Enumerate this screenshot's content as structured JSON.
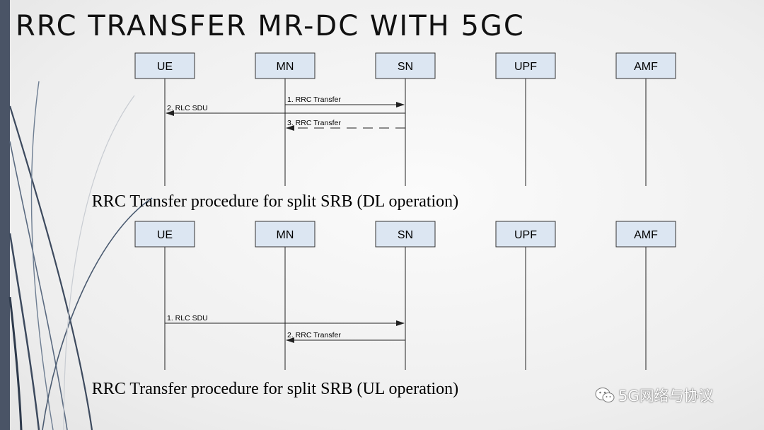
{
  "title": "RRC TRANSFER MR-DC WITH 5GC",
  "colors": {
    "box_fill": "#dce6f2",
    "box_stroke": "#333333",
    "line": "#222222",
    "left_bar": "#4a5466"
  },
  "diagrams": [
    {
      "entities": [
        "UE",
        "MN",
        "SN",
        "UPF",
        "AMF"
      ],
      "messages": [
        {
          "label": "1. RRC Transfer",
          "from": "MN",
          "to": "SN",
          "style": "solid"
        },
        {
          "label": "2. RLC SDU",
          "from": "SN",
          "to": "UE",
          "style": "solid"
        },
        {
          "label": "3. RRC Transfer",
          "from": "SN",
          "to": "MN",
          "style": "dashed"
        }
      ],
      "caption": "RRC Transfer  procedure for split SRB (DL operation)"
    },
    {
      "entities": [
        "UE",
        "MN",
        "SN",
        "UPF",
        "AMF"
      ],
      "messages": [
        {
          "label": "1. RLC SDU",
          "from": "UE",
          "to": "SN",
          "style": "solid"
        },
        {
          "label": "2. RRC Transfer",
          "from": "SN",
          "to": "MN",
          "style": "solid"
        }
      ],
      "caption": "RRC Transfer  procedure for split SRB (UL operation)"
    }
  ],
  "watermark": {
    "text": "5G网络与协议",
    "icon": "wechat-icon"
  }
}
